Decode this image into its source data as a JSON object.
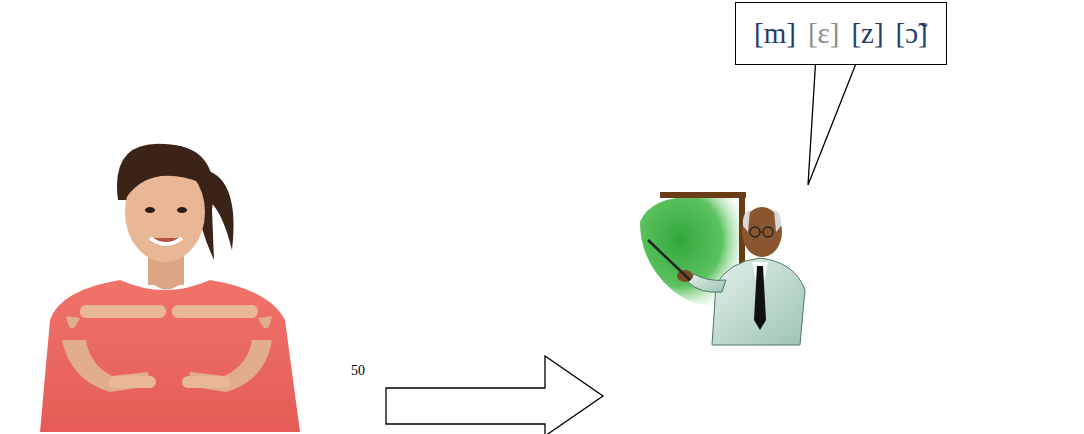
{
  "diagram": {
    "nodes": [
      {
        "text": [
          "[m]",
          "[ɛ]",
          "[z]",
          "[ɔ̃]"
        ]
      }
    ],
    "labels": [
      "50"
    ]
  }
}
